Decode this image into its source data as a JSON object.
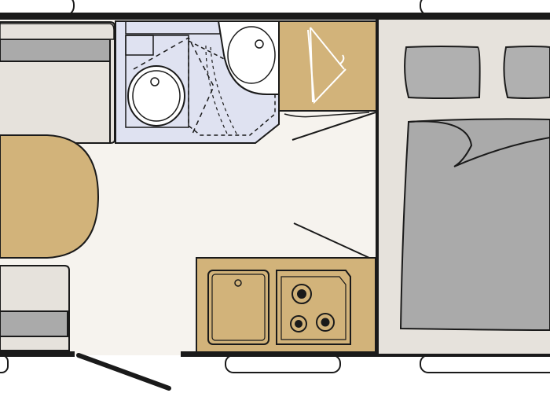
{
  "colors": {
    "outline": "#1a1a1a",
    "floor": "#f6f3ee",
    "cushion": "#e6e2dc",
    "cushion_dark": "#aaaaaa",
    "wood": "#d2b37a",
    "bathroom": "#dfe2f1",
    "mattress": "#aaaaaa",
    "pillow": "#b0b0b0",
    "window": "#ffffff"
  },
  "areas": {
    "front_seating": "front-seating",
    "dinette_table": "dinette-table",
    "bathroom": "bathroom",
    "wardrobe": "wardrobe",
    "kitchen": "kitchen-counter",
    "bedroom": "double-bed"
  },
  "icons": {
    "wardrobe": "hanger-icon",
    "toilet": "toilet-icon",
    "washbasin": "washbasin-icon",
    "shower": "shower-icon",
    "sink": "sink-icon",
    "hob": "gas-hob-icon",
    "door": "entrance-door-icon"
  }
}
